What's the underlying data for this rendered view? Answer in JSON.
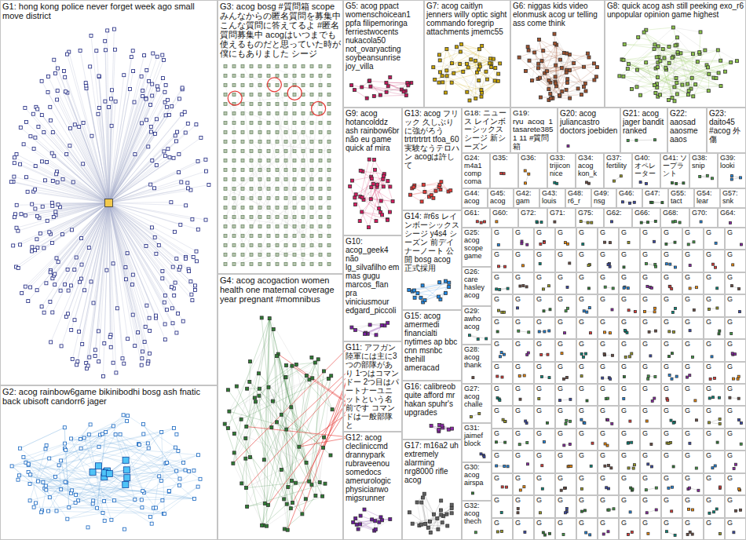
{
  "diagram": {
    "nodes": [
      {
        "text": [
          "G1: hong kong police never forget week ago small move district"
        ]
      },
      {
        "text": [
          "G2: acog rainbow6game bikinibodhi bosg ash fnatic back ubisoft candorr6 jager"
        ]
      },
      {
        "text": [
          "G3: acog bosg #質問箱 scope みんなからの匿名質問を募集中 こんな質問に答えてるよ #匿名質問募集中 acogはいつまでも使えるものだと思っていた時が僕にもありました シージ"
        ]
      },
      {
        "text": [
          "G4: acog acogaction women health one maternal coverage year pregnant #momnibus"
        ]
      },
      {
        "text": [
          "G5: acog ppact womenschoicean1 ppfa filipemoringa ferriestwocents nukacola50 not_ovaryacting soybeansunrise joy_villa"
        ]
      },
      {
        "text": [
          "G7: acog caitlyn jenners willy optic sight commando foregrip attachments jmemc55"
        ]
      },
      {
        "text": [
          "G6: niggas kids video elonmusk acog ur telling ass come think"
        ]
      },
      {
        "text": [
          "G8: quick acog ash still peeking exo_r6 unpopular opinion game highest"
        ]
      },
      {
        "text": [
          "G9: acog hotancolddz ash rainbow6br não eu game quick af mira"
        ]
      },
      {
        "text": [
          "G13: acog フリック 久しぶりに強がろう trtrtrtrtrt tfoa_60 実験なうテロハン acogは許して"
        ]
      },
      {
        "text": [
          "G18: ニュース レインボーシックス シージ 新シーズン"
        ]
      },
      {
        "text": [
          "G19: ryu_acog_1 tasarete3851 11 #質問箱"
        ]
      },
      {
        "text": [
          "G20: acog juliancastro doctors joebiden"
        ]
      },
      {
        "text": [
          "G21: acog jager bandit ranked"
        ]
      },
      {
        "text": [
          "G22: aaosad aaosme aaos"
        ]
      },
      {
        "text": [
          "G23: daito45 #acog 外傷"
        ]
      },
      {
        "text": [
          "G10: acog_geek4 não lg_silvafilho em mas gugu marcos_flan pra viniciusmour edgard_piccoli"
        ]
      },
      {
        "text": [
          "G14: #r6s レインボーシックス シージ y4s4 シーズン 前デイナーノート 公開 bosg acog 正式採用"
        ]
      },
      {
        "text": [
          "G11: アフガン陸軍には主に3つの部隊があり 1つはコマンドー 2つ目はパートナーユニットという名前です コマンドは一般部隊と"
        ]
      },
      {
        "text": [
          "G15: acog amermedi financialti nytimes ap bbc cnn msnbc thehill ameracad"
        ]
      },
      {
        "text": [
          "G12: acog clecliniccmd drannypark rubraveenou somedocs amerurologic physicianwo migsrunner"
        ]
      },
      {
        "text": [
          "G16: calibreob quite afford mr hakan spuhr's upgrades"
        ]
      },
      {
        "text": [
          "G17: m16a2 uh extremely alarming nrg8000 rifle acog"
        ]
      },
      {
        "text": [
          "G24: m4a1 comp coma"
        ]
      },
      {
        "text": [
          "G35:"
        ]
      },
      {
        "text": [
          "G36:"
        ]
      },
      {
        "text": [
          "G33: trijicon nice"
        ]
      },
      {
        "text": [
          "G34: acog kon_k"
        ]
      },
      {
        "text": [
          "G37: fertility"
        ]
      },
      {
        "text": [
          "G40: オペレーター"
        ]
      },
      {
        "text": [
          "G41: ソープラント"
        ]
      },
      {
        "text": [
          "G38: snip"
        ]
      },
      {
        "text": [
          "G39: looki"
        ]
      },
      {
        "text": [
          "G44: acog"
        ]
      },
      {
        "text": [
          "G45: acog"
        ]
      },
      {
        "text": [
          "G42: gam"
        ]
      },
      {
        "text": [
          "G43: louis"
        ]
      },
      {
        "text": [
          "G48: r6_r"
        ]
      },
      {
        "text": [
          "G49: nsg"
        ]
      },
      {
        "text": [
          "G46:"
        ]
      },
      {
        "text": [
          "G47:"
        ]
      },
      {
        "text": [
          "G55: tact"
        ]
      },
      {
        "text": [
          "G54: lear"
        ]
      },
      {
        "text": [
          "G57: snk"
        ]
      },
      {
        "text": [
          "G61:"
        ]
      },
      {
        "text": [
          "G60:"
        ]
      },
      {
        "text": [
          "G72:"
        ]
      },
      {
        "text": [
          "G71:"
        ]
      },
      {
        "text": [
          "G75:"
        ]
      },
      {
        "text": [
          "G62:"
        ]
      },
      {
        "text": [
          "G66:"
        ]
      },
      {
        "text": [
          "G68:"
        ]
      },
      {
        "text": [
          "G70:"
        ]
      },
      {
        "text": [
          "G64:"
        ]
      },
      {
        "text": [
          "G25: acog scope game"
        ]
      },
      {
        "text": [
          "G26: care hasley acog"
        ]
      },
      {
        "text": [
          "G29: awho acog"
        ]
      },
      {
        "text": [
          "G28: acog thank"
        ]
      },
      {
        "text": [
          "G27: acog challe"
        ]
      },
      {
        "text": [
          "G31: jaimef block"
        ]
      },
      {
        "text": [
          "G30: acog airspa"
        ]
      },
      {
        "text": [
          "G32: acog thech"
        ]
      },
      {
        "text": [
          "G"
        ]
      },
      {
        "text": [
          "G"
        ]
      },
      {
        "text": [
          "G"
        ]
      },
      {
        "text": [
          "G"
        ]
      },
      {
        "text": [
          "G"
        ]
      },
      {
        "text": [
          "G"
        ]
      },
      {
        "text": [
          "G"
        ]
      },
      {
        "text": [
          "G"
        ]
      },
      {
        "text": [
          "G"
        ]
      },
      {
        "text": [
          "G"
        ]
      },
      {
        "text": [
          "G"
        ]
      },
      {
        "text": [
          "G"
        ]
      },
      {
        "text": [
          "G"
        ]
      },
      {
        "text": [
          "G"
        ]
      },
      {
        "text": [
          "G"
        ]
      },
      {
        "text": [
          "G"
        ]
      },
      {
        "text": [
          "G"
        ]
      },
      {
        "text": [
          "G"
        ]
      },
      {
        "text": [
          "G"
        ]
      },
      {
        "text": [
          "G"
        ]
      },
      {
        "text": [
          "G"
        ]
      },
      {
        "text": [
          "G"
        ]
      },
      {
        "text": [
          "G"
        ]
      },
      {
        "text": [
          "G"
        ]
      },
      {
        "text": [
          "G"
        ]
      },
      {
        "text": [
          "G"
        ]
      },
      {
        "text": [
          "G"
        ]
      },
      {
        "text": [
          "G"
        ]
      },
      {
        "text": [
          "G"
        ]
      },
      {
        "text": [
          "G"
        ]
      },
      {
        "text": [
          "G"
        ]
      },
      {
        "text": [
          "G"
        ]
      },
      {
        "text": [
          "G"
        ]
      },
      {
        "text": [
          "G"
        ]
      },
      {
        "text": [
          "G"
        ]
      },
      {
        "text": [
          "G"
        ]
      },
      {
        "text": [
          "G"
        ]
      },
      {
        "text": [
          "G"
        ]
      },
      {
        "text": [
          "G"
        ]
      },
      {
        "text": [
          "G"
        ]
      },
      {
        "text": [
          "G"
        ]
      },
      {
        "text": [
          "G"
        ]
      },
      {
        "text": [
          "G"
        ]
      },
      {
        "text": [
          "G"
        ]
      },
      {
        "text": [
          "G"
        ]
      },
      {
        "text": [
          "G"
        ]
      },
      {
        "text": [
          "G"
        ]
      },
      {
        "text": [
          "G"
        ]
      },
      {
        "text": [
          "G"
        ]
      },
      {
        "text": [
          "G"
        ]
      },
      {
        "text": [
          "G"
        ]
      },
      {
        "text": [
          "G"
        ]
      },
      {
        "text": [
          "G"
        ]
      },
      {
        "text": [
          "G"
        ]
      },
      {
        "text": [
          "G"
        ]
      },
      {
        "text": [
          "G"
        ]
      },
      {
        "text": [
          "G"
        ]
      },
      {
        "text": [
          "G"
        ]
      },
      {
        "text": [
          "G"
        ]
      },
      {
        "text": [
          "G"
        ]
      },
      {
        "text": [
          "G"
        ]
      },
      {
        "text": [
          "G"
        ]
      },
      {
        "text": [
          "G"
        ]
      },
      {
        "text": [
          "G"
        ]
      },
      {
        "text": [
          "G"
        ]
      },
      {
        "text": [
          "G"
        ]
      },
      {
        "text": [
          "G"
        ]
      },
      {
        "text": [
          "G"
        ]
      },
      {
        "text": [
          "G"
        ]
      },
      {
        "text": [
          "G"
        ]
      },
      {
        "text": [
          "G"
        ]
      },
      {
        "text": [
          "G"
        ]
      },
      {
        "text": [
          "G"
        ]
      },
      {
        "text": [
          "G"
        ]
      },
      {
        "text": [
          "G"
        ]
      },
      {
        "text": [
          "G"
        ]
      },
      {
        "text": [
          "G"
        ]
      },
      {
        "text": [
          "G"
        ]
      },
      {
        "text": [
          "G"
        ]
      },
      {
        "text": [
          "G"
        ]
      },
      {
        "text": [
          "G"
        ]
      },
      {
        "text": [
          "G"
        ]
      },
      {
        "text": [
          "G"
        ]
      },
      {
        "text": [
          "G"
        ]
      },
      {
        "text": [
          "G"
        ]
      },
      {
        "text": [
          "G"
        ]
      },
      {
        "text": [
          "G"
        ]
      },
      {
        "text": [
          "G"
        ]
      },
      {
        "text": [
          "G"
        ]
      },
      {
        "text": [
          "G"
        ]
      },
      {
        "text": [
          "G"
        ]
      },
      {
        "text": [
          "G"
        ]
      },
      {
        "text": [
          "G"
        ]
      },
      {
        "text": [
          "G"
        ]
      },
      {
        "text": [
          "G"
        ]
      },
      {
        "text": [
          "G"
        ]
      },
      {
        "text": [
          "G"
        ]
      },
      {
        "text": [
          "G"
        ]
      },
      {
        "text": [
          "G"
        ]
      },
      {
        "text": [
          "G"
        ]
      },
      {
        "text": [
          "G"
        ]
      },
      {
        "text": [
          "G"
        ]
      },
      {
        "text": [
          "G"
        ]
      },
      {
        "text": [
          "G"
        ]
      },
      {
        "text": [
          "G"
        ]
      },
      {
        "text": [
          "G"
        ]
      },
      {
        "text": [
          "G"
        ]
      },
      {
        "text": [
          "G"
        ]
      },
      {
        "text": [
          "G"
        ]
      },
      {
        "text": [
          "G"
        ]
      },
      {
        "text": [
          "G"
        ]
      },
      {
        "text": [
          "G"
        ]
      },
      {
        "text": [
          "G"
        ]
      },
      {
        "text": [
          "G"
        ]
      },
      {
        "text": [
          "G"
        ]
      },
      {
        "text": [
          "G"
        ]
      },
      {
        "text": [
          "G"
        ]
      },
      {
        "text": [
          "G"
        ]
      },
      {
        "text": [
          "G"
        ]
      },
      {
        "text": [
          "G"
        ]
      },
      {
        "text": [
          "G"
        ]
      },
      {
        "text": [
          "G"
        ]
      },
      {
        "text": [
          "G"
        ]
      },
      {
        "text": [
          "G"
        ]
      },
      {
        "text": [
          "G"
        ]
      },
      {
        "text": [
          "G"
        ]
      },
      {
        "text": [
          "G"
        ]
      },
      {
        "text": [
          "G"
        ]
      },
      {
        "text": [
          "G"
        ]
      },
      {
        "text": [
          "G"
        ]
      },
      {
        "text": [
          "G"
        ]
      },
      {
        "text": [
          "G"
        ]
      },
      {
        "text": [
          "G"
        ]
      },
      {
        "text": [
          "G"
        ]
      },
      {
        "text": [
          "G"
        ]
      },
      {
        "text": [
          "G"
        ]
      },
      {
        "text": [
          "G"
        ]
      },
      {
        "text": [
          "G"
        ]
      },
      {
        "text": [
          "G"
        ]
      },
      {
        "text": [
          "G"
        ]
      },
      {
        "text": [
          "G"
        ]
      },
      {
        "text": [
          "G"
        ]
      },
      {
        "text": [
          "G"
        ]
      },
      {
        "text": [
          "G"
        ]
      },
      {
        "text": [
          "G"
        ]
      },
      {
        "text": [
          "G"
        ]
      },
      {
        "text": [
          "G"
        ]
      },
      {
        "text": [
          "G"
        ]
      },
      {
        "text": [
          "G"
        ]
      },
      {
        "text": [
          "G"
        ]
      },
      {
        "text": [
          "G"
        ]
      },
      {
        "text": [
          "G"
        ]
      },
      {
        "text": [
          "G"
        ]
      },
      {
        "text": [
          "G"
        ]
      },
      {
        "text": [
          "G"
        ]
      },
      {
        "text": [
          "G"
        ]
      },
      {
        "text": [
          "G"
        ]
      },
      {
        "text": [
          "G"
        ]
      },
      {
        "text": [
          "G"
        ]
      },
      {
        "text": [
          "G"
        ]
      },
      {
        "text": [
          "G"
        ]
      },
      {
        "text": [
          "G"
        ]
      },
      {
        "text": [
          "G"
        ]
      },
      {
        "text": [
          "G"
        ]
      },
      {
        "text": [
          "G"
        ]
      },
      {
        "text": [
          "G"
        ]
      },
      {
        "text": [
          "G"
        ]
      },
      {
        "text": [
          "G"
        ]
      }
    ]
  }
}
